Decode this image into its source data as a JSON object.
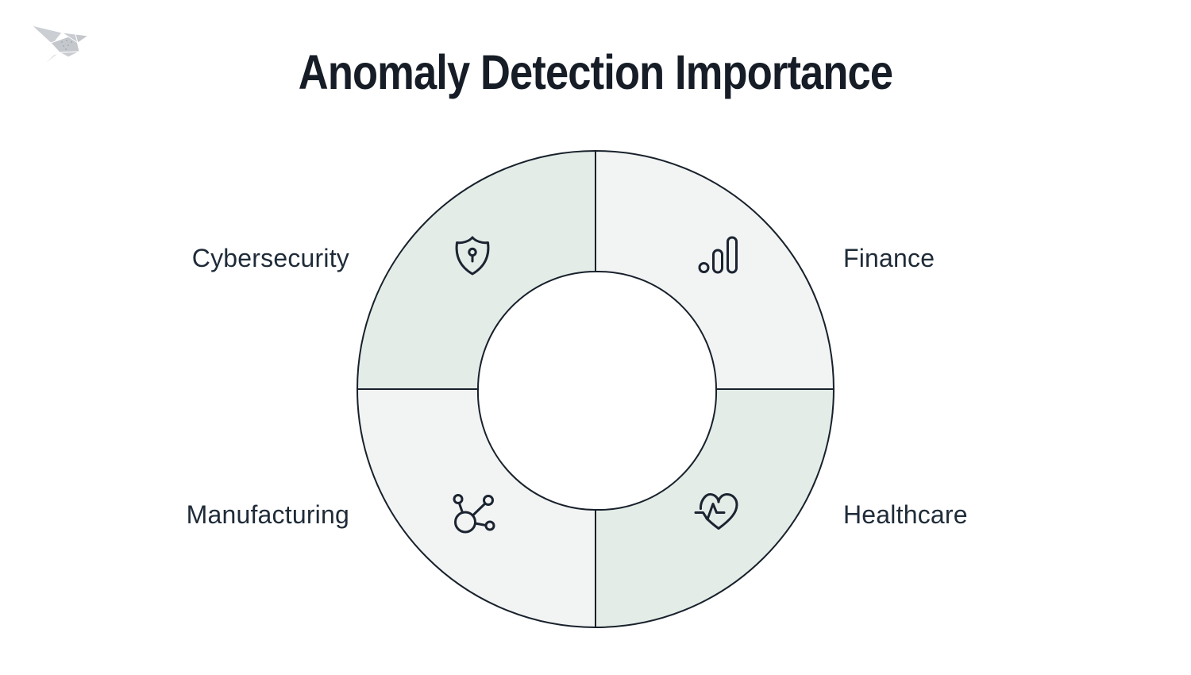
{
  "page": {
    "title": "Anomaly Detection Importance",
    "background_color": "#ffffff",
    "title_color": "#161d27"
  },
  "logo": {
    "name": "origami-bird",
    "color": "#c6c9ce"
  },
  "diagram": {
    "type": "donut-quadrant-infographic",
    "stroke_color": "#18212b",
    "icon_color": "#1b2430",
    "label_color": "#1f2b38",
    "inner_fill": "#ffffff",
    "segments": [
      {
        "label": "Cybersecurity",
        "icon": "shield-keyhole-icon",
        "fill": "#e4ece8",
        "position": "top-left"
      },
      {
        "label": "Finance",
        "icon": "bar-chart-icon",
        "fill": "#f2f3f3",
        "position": "top-right"
      },
      {
        "label": "Healthcare",
        "icon": "heart-pulse-icon",
        "fill": "#e4ece8",
        "position": "bottom-right"
      },
      {
        "label": "Manufacturing",
        "icon": "network-hub-icon",
        "fill": "#f2f3f3",
        "position": "bottom-left"
      }
    ]
  }
}
